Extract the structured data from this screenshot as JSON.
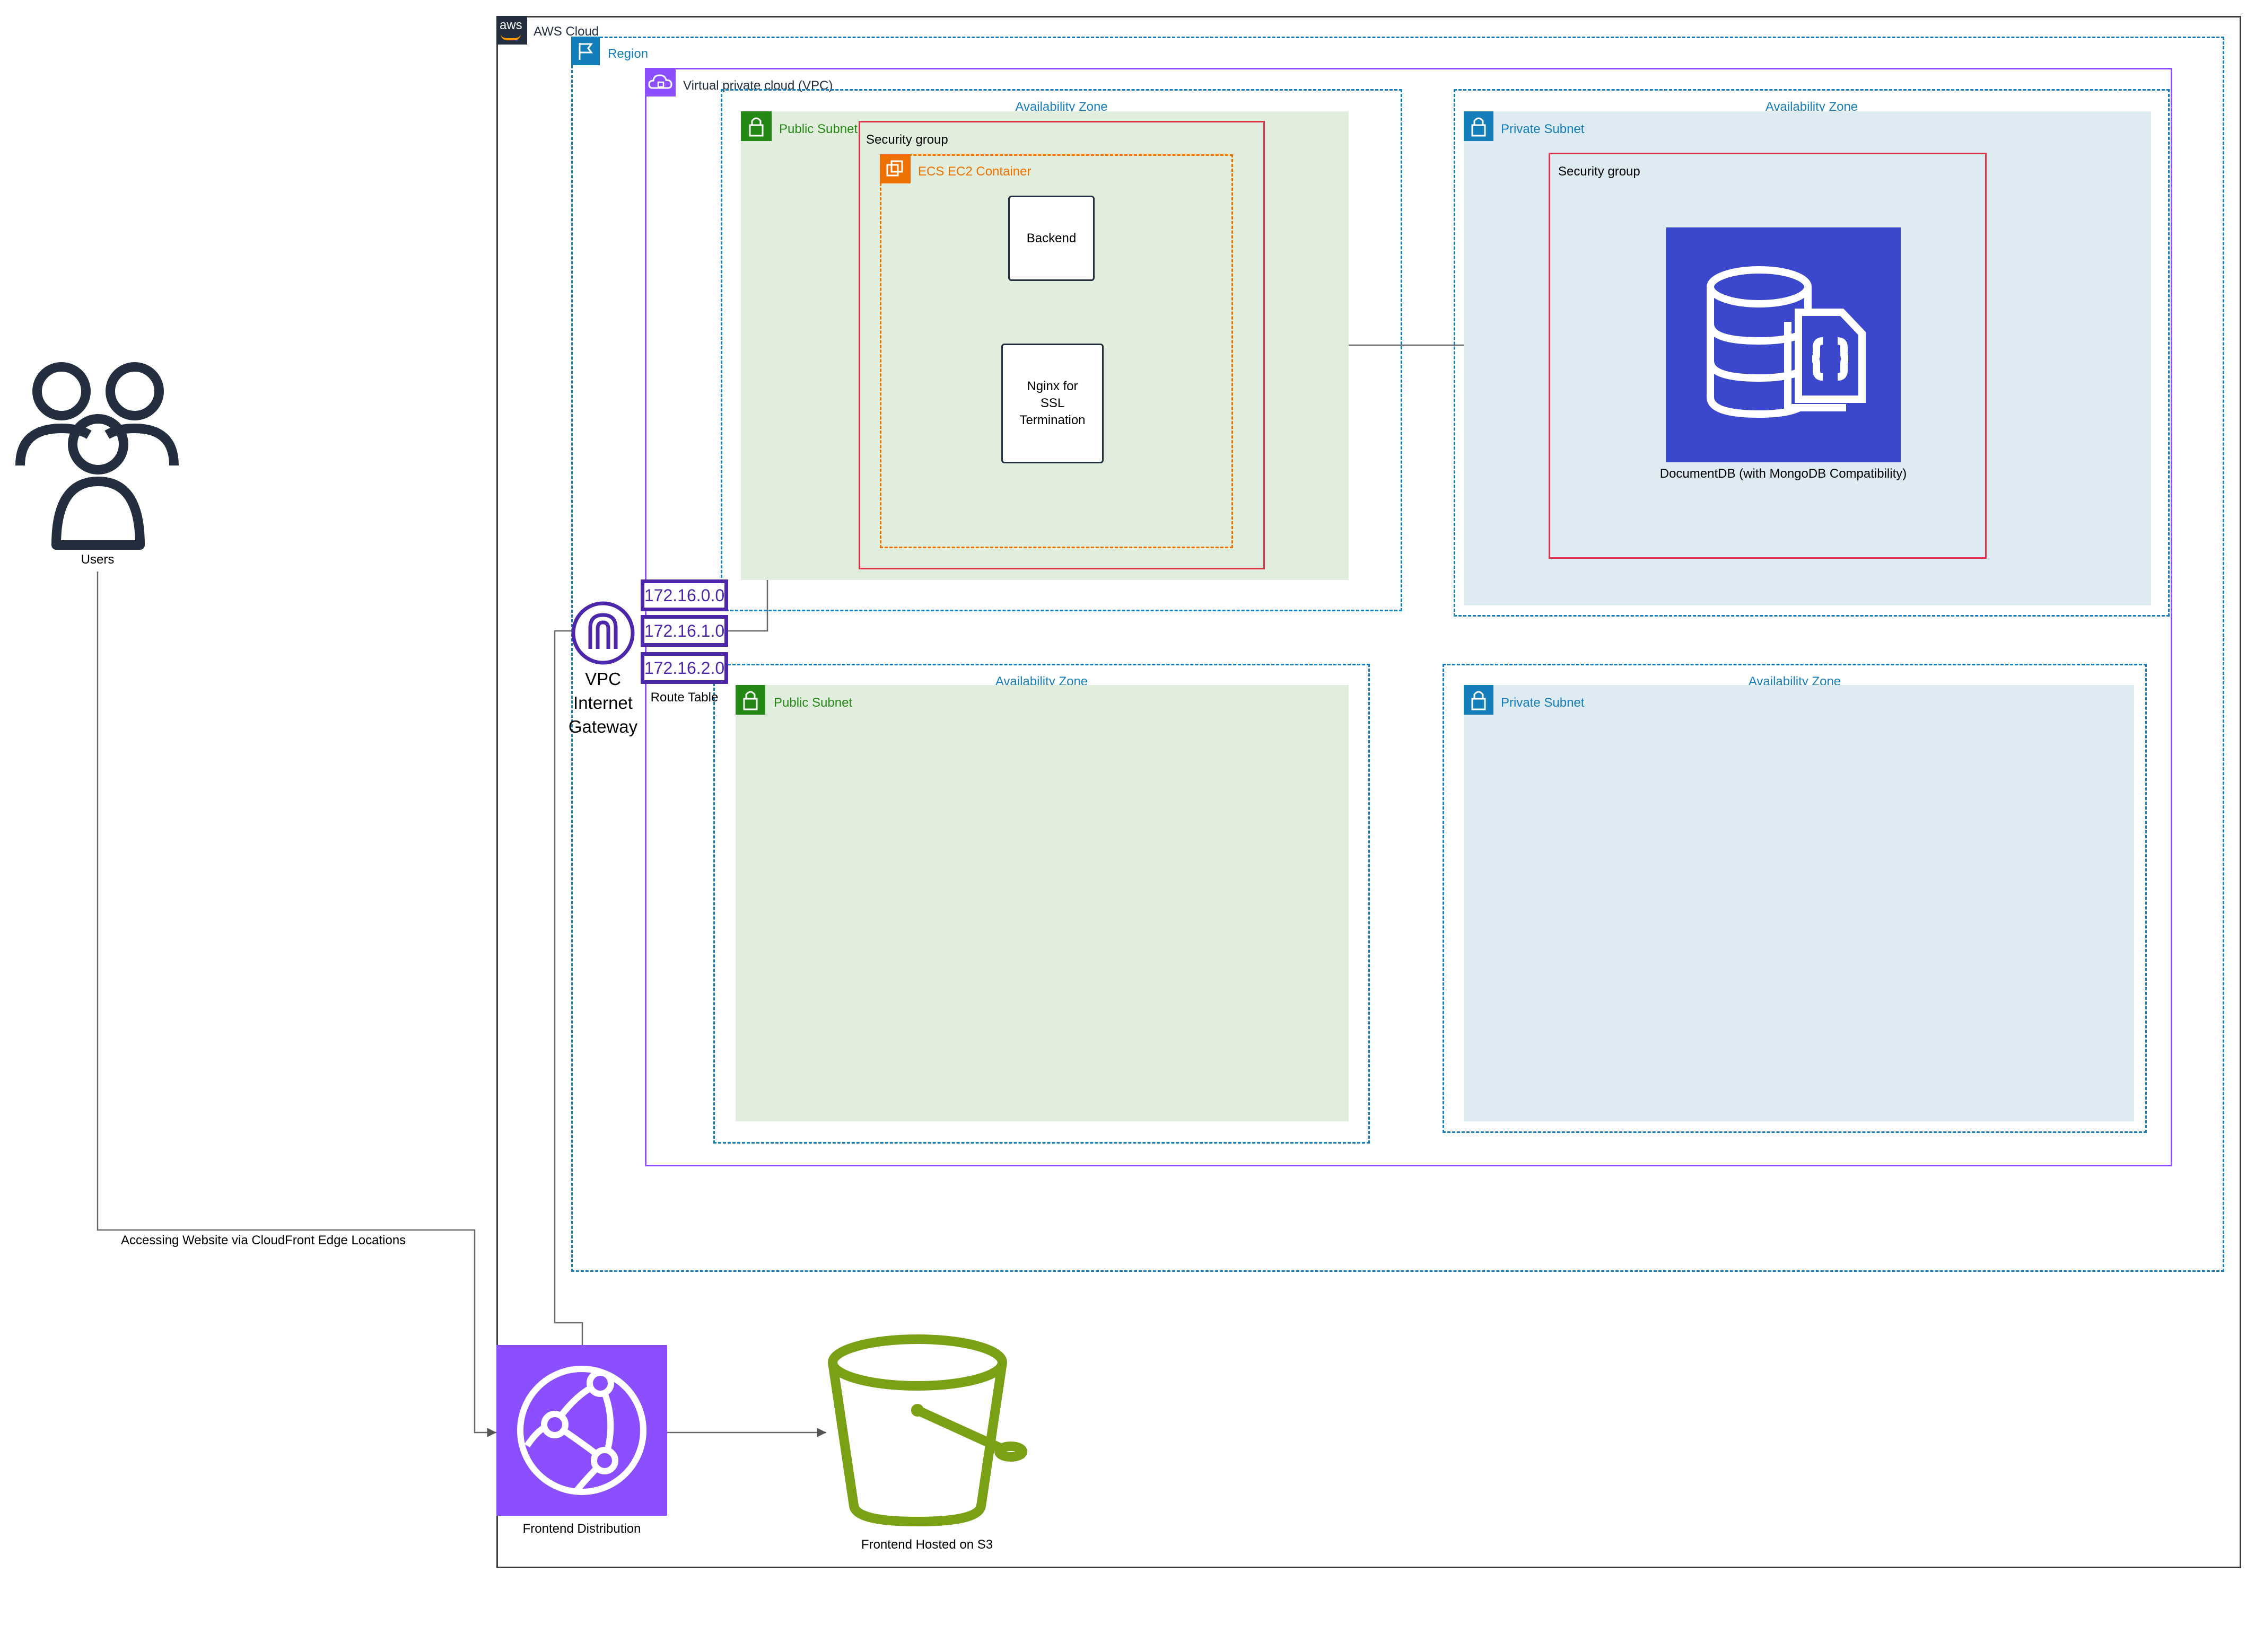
{
  "aws_cloud": {
    "label": "AWS Cloud",
    "logo_text": "aws"
  },
  "region": {
    "label": "Region"
  },
  "vpc": {
    "label": "Virtual private cloud (VPC)"
  },
  "az_top_left": {
    "label": "Availability Zone",
    "subnet": "Public Subnet",
    "security_group": "Security group",
    "container": "ECS EC2 Container",
    "backend": "Backend",
    "nginx": "Nginx for SSL Termination"
  },
  "az_top_right": {
    "label": "Availability Zone",
    "subnet": "Private Subnet",
    "security_group": "Security group",
    "database": "DocumentDB (with MongoDB Compatibility)"
  },
  "az_bottom_left": {
    "label": "Availability Zone",
    "subnet": "Public Subnet"
  },
  "az_bottom_right": {
    "label": "Availability Zone",
    "subnet": "Private Subnet"
  },
  "route_table": {
    "label": "Route Table",
    "entries": [
      "172.16.0.0",
      "172.16.1.0",
      "172.16.2.0"
    ]
  },
  "gateway": {
    "label": "VPC Internet Gateway"
  },
  "users": {
    "label": "Users"
  },
  "edge_label": "Accessing Website via CloudFront Edge Locations",
  "cloudfront": {
    "label": "Frontend Distribution"
  },
  "s3": {
    "label": "Frontend Hosted on S3"
  },
  "colors": {
    "purple": "#8c4fff",
    "blue": "#147eba",
    "green": "#248814",
    "red": "#dd344c",
    "orange": "#ed7100",
    "public_fill": "#e2eedd",
    "private_fill": "#deebf2",
    "docdb": "#3b48cc",
    "s3_green": "#7aa116",
    "dark": "#232f3e",
    "route": "#4d27aa"
  }
}
